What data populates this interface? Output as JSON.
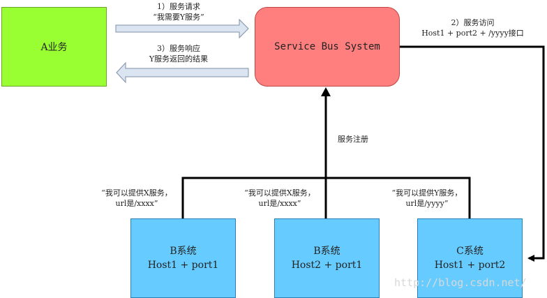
{
  "nodes": {
    "a_service": "A业务",
    "service_bus": "Service Bus System",
    "b_system_1": {
      "name": "B系统",
      "address": "Host1 + port1"
    },
    "b_system_2": {
      "name": "B系统",
      "address": "Host2 + port1"
    },
    "c_system": {
      "name": "C系统",
      "address": "Host1 + port2"
    }
  },
  "edges": {
    "request": {
      "line1": "1）服务请求",
      "line2": "“我需要Y服务”"
    },
    "response": {
      "line1": "3）服务响应",
      "line2": "Y服务返回的结果"
    },
    "access": {
      "line1": "2）服务访问",
      "line2": "Host1 + port2 + /yyyy接口"
    },
    "register": "服务注册"
  },
  "registrations": {
    "b1": {
      "line1": "“我可以提供X服务，",
      "line2": "url是/xxxx”"
    },
    "b2": {
      "line1": "“我可以提供X服务，",
      "line2": "url是/xxxx”"
    },
    "c": {
      "line1": "“我可以提供Y服务，",
      "line2": "url是/yyyy”"
    }
  },
  "watermark": "http://blog.csdn.net/",
  "colors": {
    "a_service": "#99ff33",
    "service_bus": "#ff7f7f",
    "systems": "#66ccff",
    "connectors": "#000000",
    "block_arrows": "#dbe5f1"
  }
}
